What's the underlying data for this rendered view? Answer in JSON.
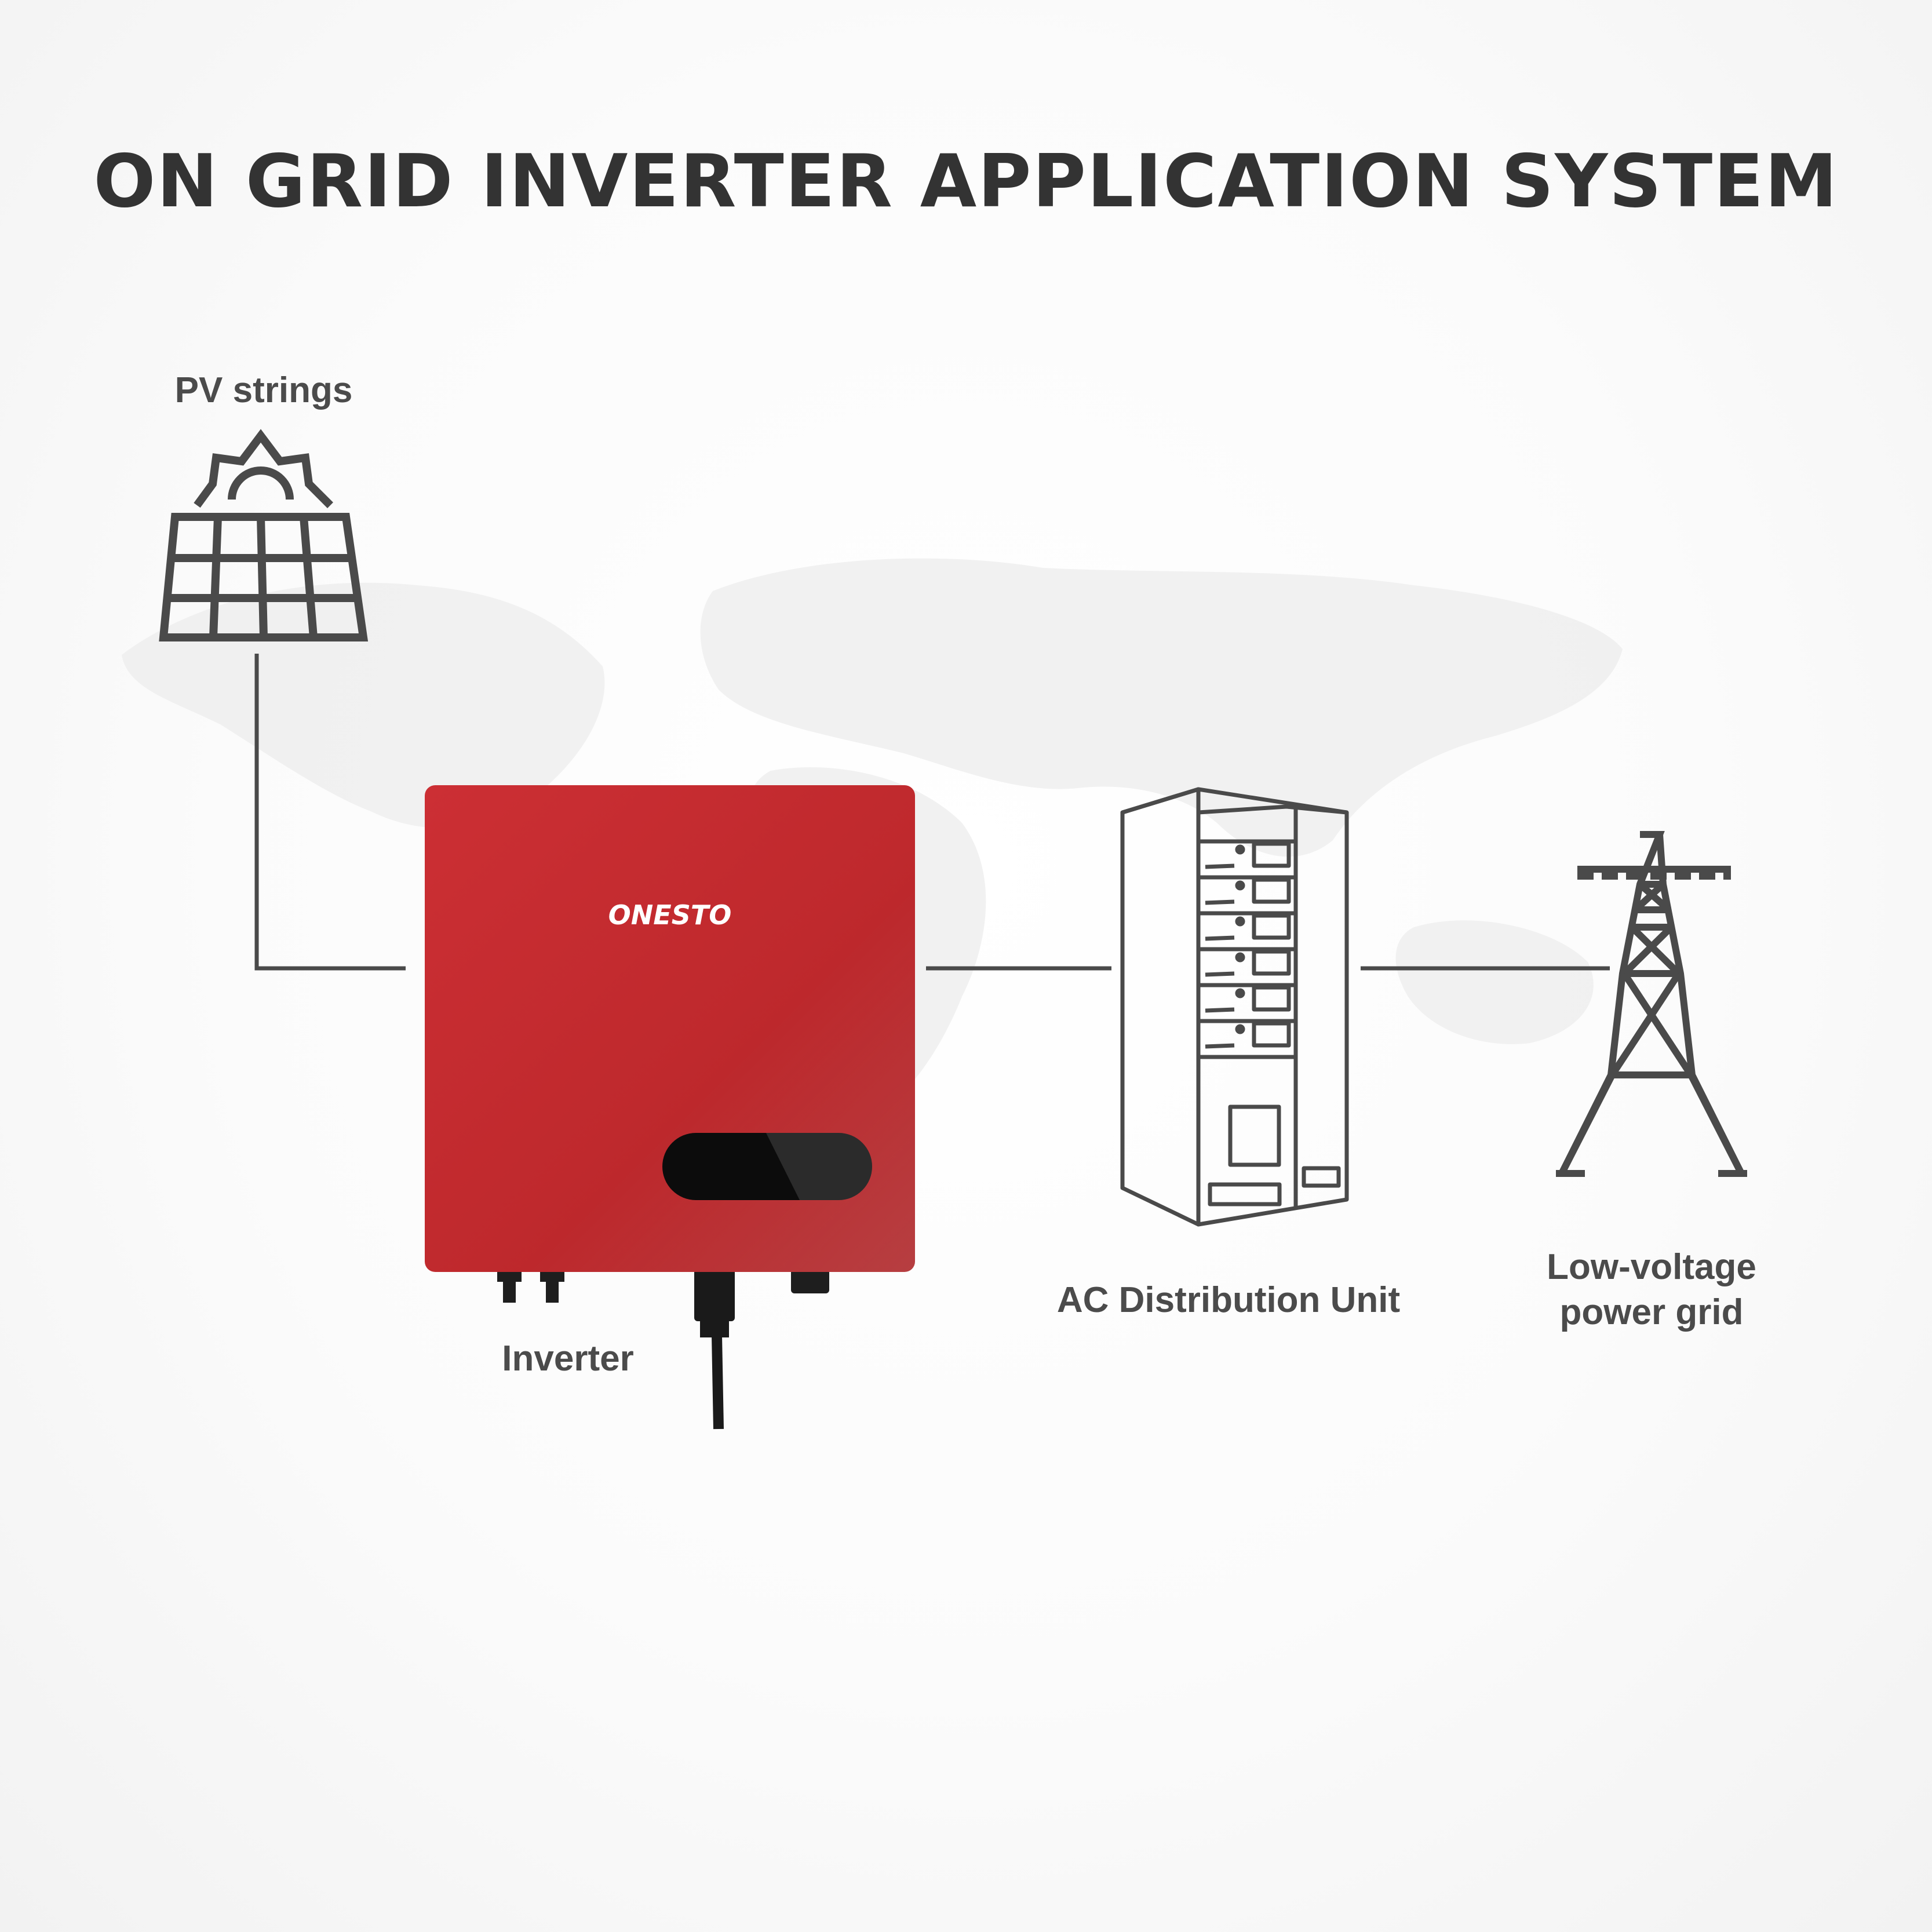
{
  "title": "ON GRID INVERTER APPLICATION SYSTEM",
  "colors": {
    "line": "#4a4a4a",
    "inverter_body": "#c22a2e",
    "inverter_logo": "#ffffff",
    "display": "#0c0c0c",
    "background": "#ffffff",
    "world_map": "#eeeeee"
  },
  "components": {
    "pv": {
      "label": "PV strings",
      "icon": "solar-panel-icon"
    },
    "inverter": {
      "label": "Inverter",
      "brand": "ONESTO",
      "icon": "inverter-icon"
    },
    "ac_unit": {
      "label": "AC Distribution Unit",
      "icon": "distribution-cabinet-icon"
    },
    "grid": {
      "label_line1": "Low-voltage",
      "label_line2": "power grid",
      "icon": "power-tower-icon"
    }
  },
  "connections": [
    {
      "from": "PV strings",
      "to": "Inverter"
    },
    {
      "from": "Inverter",
      "to": "AC Distribution Unit"
    },
    {
      "from": "AC Distribution Unit",
      "to": "Low-voltage power grid"
    }
  ]
}
